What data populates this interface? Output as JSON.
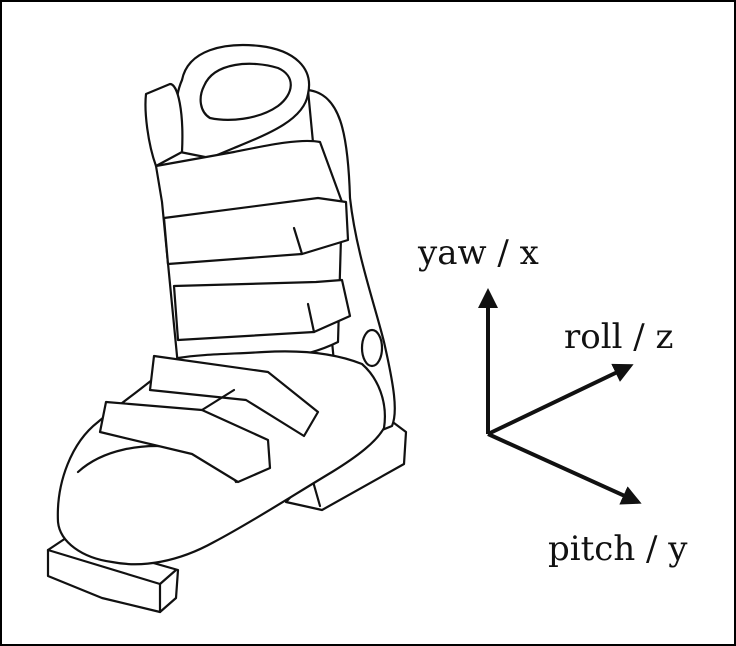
{
  "axes": {
    "yaw": "yaw / x",
    "roll": "roll / z",
    "pitch": "pitch / y"
  },
  "colors": {
    "ink": "#111111",
    "background": "#ffffff"
  },
  "illustration": "ski-boot-icon"
}
